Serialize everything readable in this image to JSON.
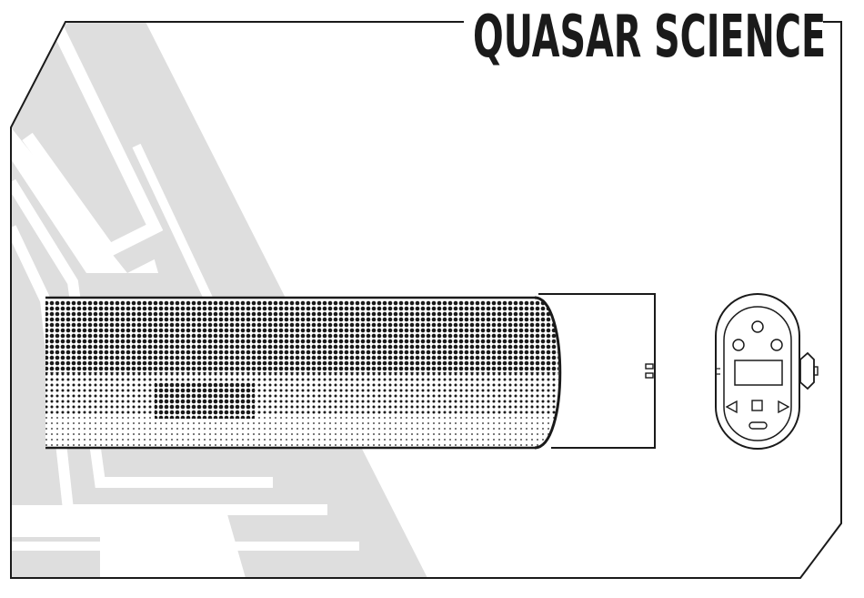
{
  "brand": {
    "name": "QUASAR SCIENCE"
  },
  "colors": {
    "ink": "#1a1a1a",
    "pattern_gray": "#dedede",
    "background": "#ffffff"
  },
  "icons": {
    "remote_left_arrow": "left-triangle",
    "remote_stop": "square",
    "remote_right_arrow": "right-triangle"
  }
}
